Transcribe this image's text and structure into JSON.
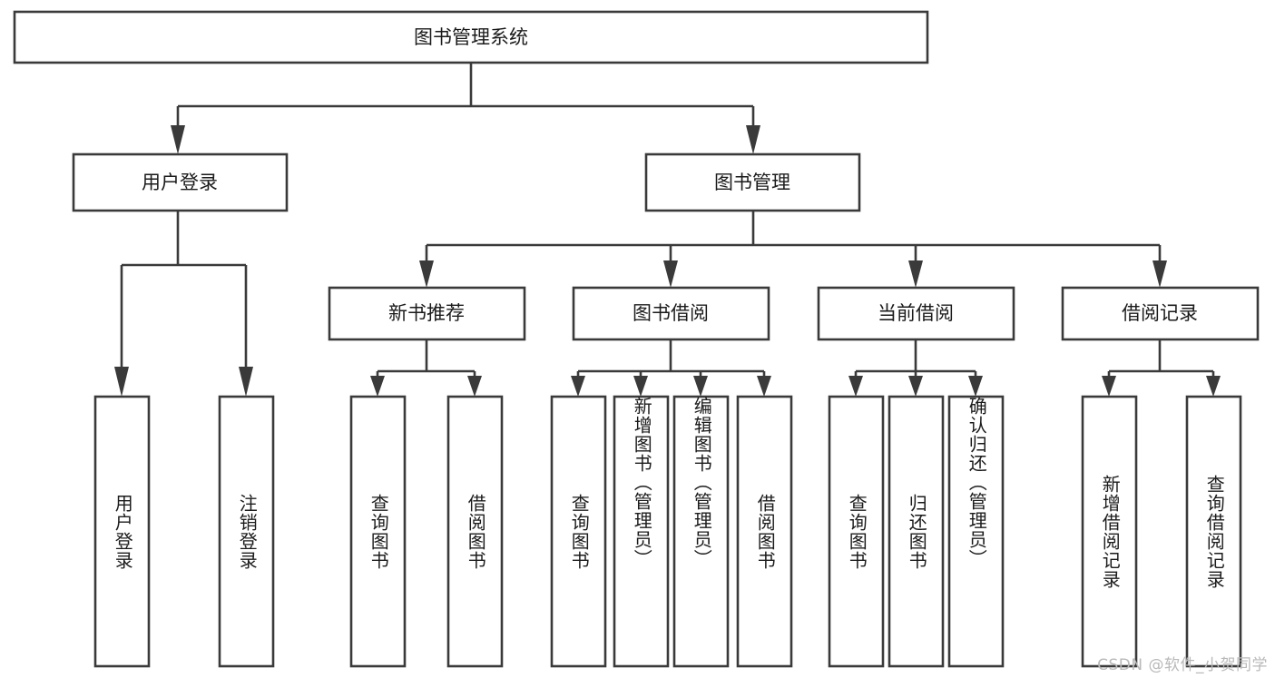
{
  "diagram": {
    "title": "图书管理系统",
    "type": "tree-hierarchy-chart",
    "background_color": "#ffffff",
    "box_stroke_color": "#3a3a3a",
    "box_fill_color": "#ffffff",
    "text_color": "#1b1b1b",
    "connector_color": "#3a3a3a"
  },
  "root": {
    "label": "图书管理系统"
  },
  "level2": [
    {
      "label": "用户登录"
    },
    {
      "label": "图书管理"
    }
  ],
  "level3": [
    {
      "label": "新书推荐"
    },
    {
      "label": "图书借阅"
    },
    {
      "label": "当前借阅"
    },
    {
      "label": "借阅记录"
    }
  ],
  "leaves": {
    "user_login": [
      {
        "label": "用户登录"
      },
      {
        "label": "注销登录"
      }
    ],
    "new_book_recommend": [
      {
        "label": "查询图书"
      },
      {
        "label": "借阅图书"
      }
    ],
    "book_borrow": [
      {
        "label": "查询图书"
      },
      {
        "label": "新增图书（管理员）"
      },
      {
        "label": "编辑图书（管理员）"
      },
      {
        "label": "借阅图书"
      }
    ],
    "current_borrow": [
      {
        "label": "查询图书"
      },
      {
        "label": "归还图书"
      },
      {
        "label": "确认归还（管理员）"
      }
    ],
    "borrow_record": [
      {
        "label": "新增借阅记录"
      },
      {
        "label": "查询借阅记录"
      }
    ]
  },
  "watermark": {
    "text": "CSDN @软件_小贺同学"
  }
}
